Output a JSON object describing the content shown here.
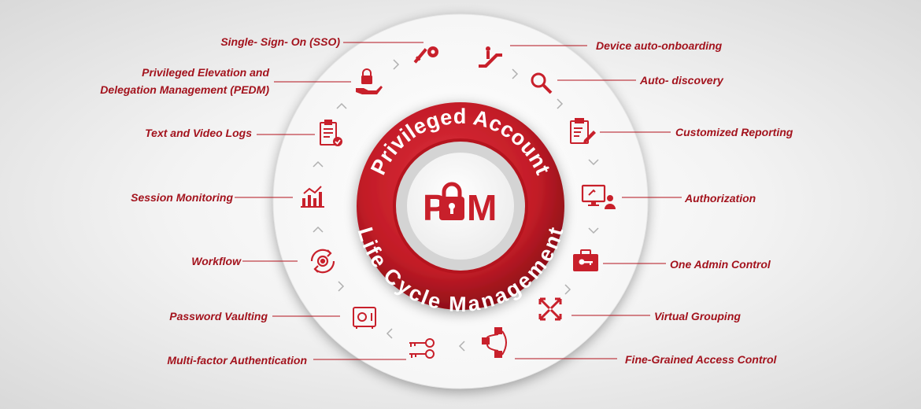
{
  "center": {
    "arc_top": "Privileged Account",
    "arc_bottom": "Life Cycle Management",
    "logo_p": "P",
    "logo_m": "M"
  },
  "left_labels": [
    {
      "id": "sso",
      "text": "Single- Sign- On (SSO)",
      "icon": "key-icon"
    },
    {
      "id": "pedm",
      "text": "Privileged Elevation and Delegation Management (PEDM)",
      "icon": "hand-lock-icon"
    },
    {
      "id": "logs",
      "text": "Text and Video Logs",
      "icon": "clipboard-check-icon"
    },
    {
      "id": "session",
      "text": "Session Monitoring",
      "icon": "bar-chart-icon"
    },
    {
      "id": "workflow",
      "text": "Workflow",
      "icon": "gear-cycle-icon"
    },
    {
      "id": "vault",
      "text": "Password Vaulting",
      "icon": "safe-icon"
    },
    {
      "id": "mfa",
      "text": "Multi-factor Authentication",
      "icon": "keys-icon"
    }
  ],
  "right_labels": [
    {
      "id": "onboard",
      "text": "Device auto-onboarding",
      "icon": "escalator-icon"
    },
    {
      "id": "discovery",
      "text": "Auto- discovery",
      "icon": "magnifier-icon"
    },
    {
      "id": "reporting",
      "text": "Customized Reporting",
      "icon": "report-pen-icon"
    },
    {
      "id": "authz",
      "text": "Authorization",
      "icon": "monitor-user-icon"
    },
    {
      "id": "admin",
      "text": "One Admin Control",
      "icon": "briefcase-key-icon"
    },
    {
      "id": "grouping",
      "text": "Virtual Grouping",
      "icon": "arrows-out-icon"
    },
    {
      "id": "fgac",
      "text": "Fine-Grained Access Control",
      "icon": "network-nodes-icon"
    }
  ],
  "colors": {
    "brand_red": "#c8202b",
    "dark_red": "#8e0f18",
    "label_red": "#a3131d",
    "ring_gray": "#cfcfcf"
  }
}
